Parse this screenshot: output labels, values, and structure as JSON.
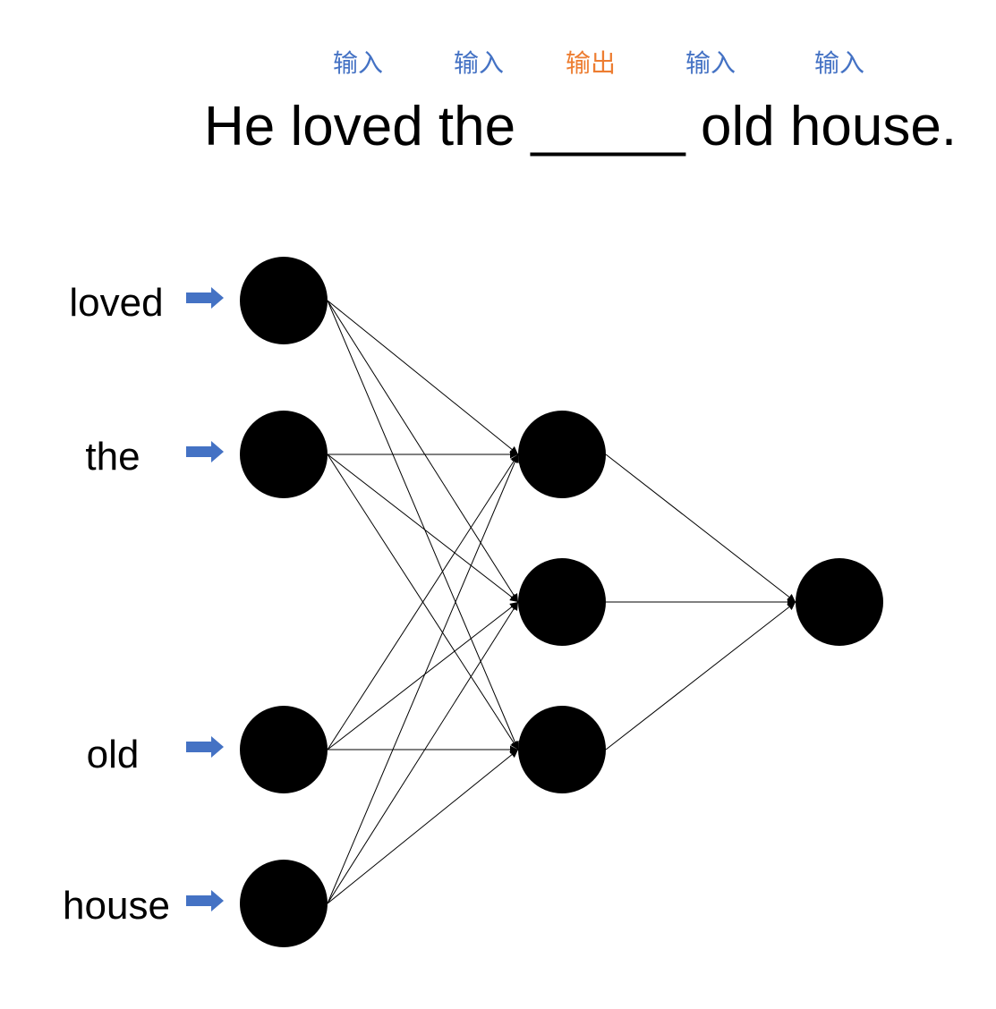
{
  "colors": {
    "input_tag": "#4472c4",
    "output_tag": "#ed7d31",
    "arrow": "#4472c4",
    "node": "#000000",
    "edge": "#000000"
  },
  "tags": [
    {
      "text": "输入",
      "role": "input"
    },
    {
      "text": "输入",
      "role": "input"
    },
    {
      "text": "输出",
      "role": "output"
    },
    {
      "text": "输入",
      "role": "input"
    },
    {
      "text": "输入",
      "role": "input"
    }
  ],
  "sentence": "He loved the _____ old house.",
  "inputs": [
    {
      "word": "loved"
    },
    {
      "word": "the"
    },
    {
      "word": "old"
    },
    {
      "word": "house"
    }
  ],
  "hidden_count": 3,
  "output_count": 1
}
